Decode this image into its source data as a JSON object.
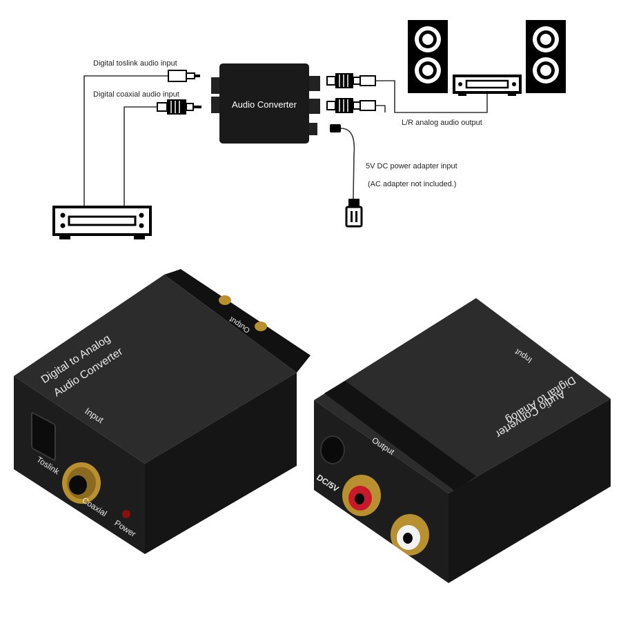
{
  "diagram": {
    "center_device_label": "Audio Converter",
    "toslink_input_label": "Digital toslink audio input",
    "coaxial_input_label": "Digital coaxial audio input",
    "analog_output_label": "L/R analog audio output",
    "power_label_line1": "5V DC power adapter input",
    "power_label_line2": "(AC adapter not included.)"
  },
  "front_unit": {
    "title_line1": "Digital to Analog",
    "title_line2": "Audio Converter",
    "top_input_label": "Input",
    "rear_output_label": "Output",
    "toslink_label": "Toslink",
    "coaxial_label": "Coaxial",
    "power_label": "Power"
  },
  "back_unit": {
    "title_line1": "Digital to Analog",
    "title_line2": "Audio Converter",
    "top_input_label": "Input",
    "output_label": "Output",
    "dc_label": "DC/5V"
  },
  "colors": {
    "device_body": "#1b1b1b",
    "device_top": "#2a2a2a",
    "gold": "#b8902f",
    "rca_red": "#c8192b",
    "rca_white": "#f2f2f2",
    "power_led": "#8a1010"
  }
}
